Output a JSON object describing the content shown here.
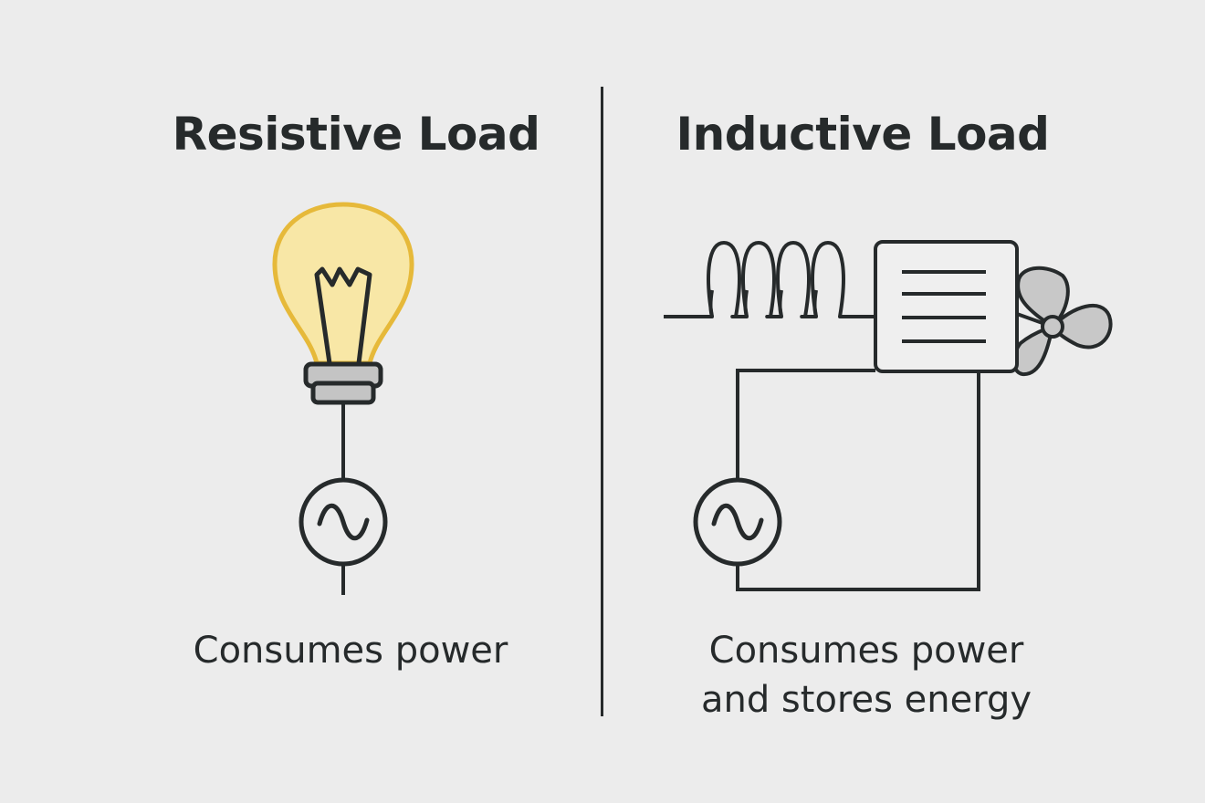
{
  "left_panel": {
    "title": "Resistive Load",
    "caption": "Consumes power",
    "bulb_color": "#f8e7a6",
    "bulb_outline": "#e6b93a"
  },
  "right_panel": {
    "title": "Inductive Load",
    "caption_line1": "Consumes power",
    "caption_line2": "and stores energy",
    "fan_color": "#c8c8c8"
  },
  "colors": {
    "background": "#ececec",
    "ink": "#262a2b",
    "metal": "#c4c4c4"
  }
}
